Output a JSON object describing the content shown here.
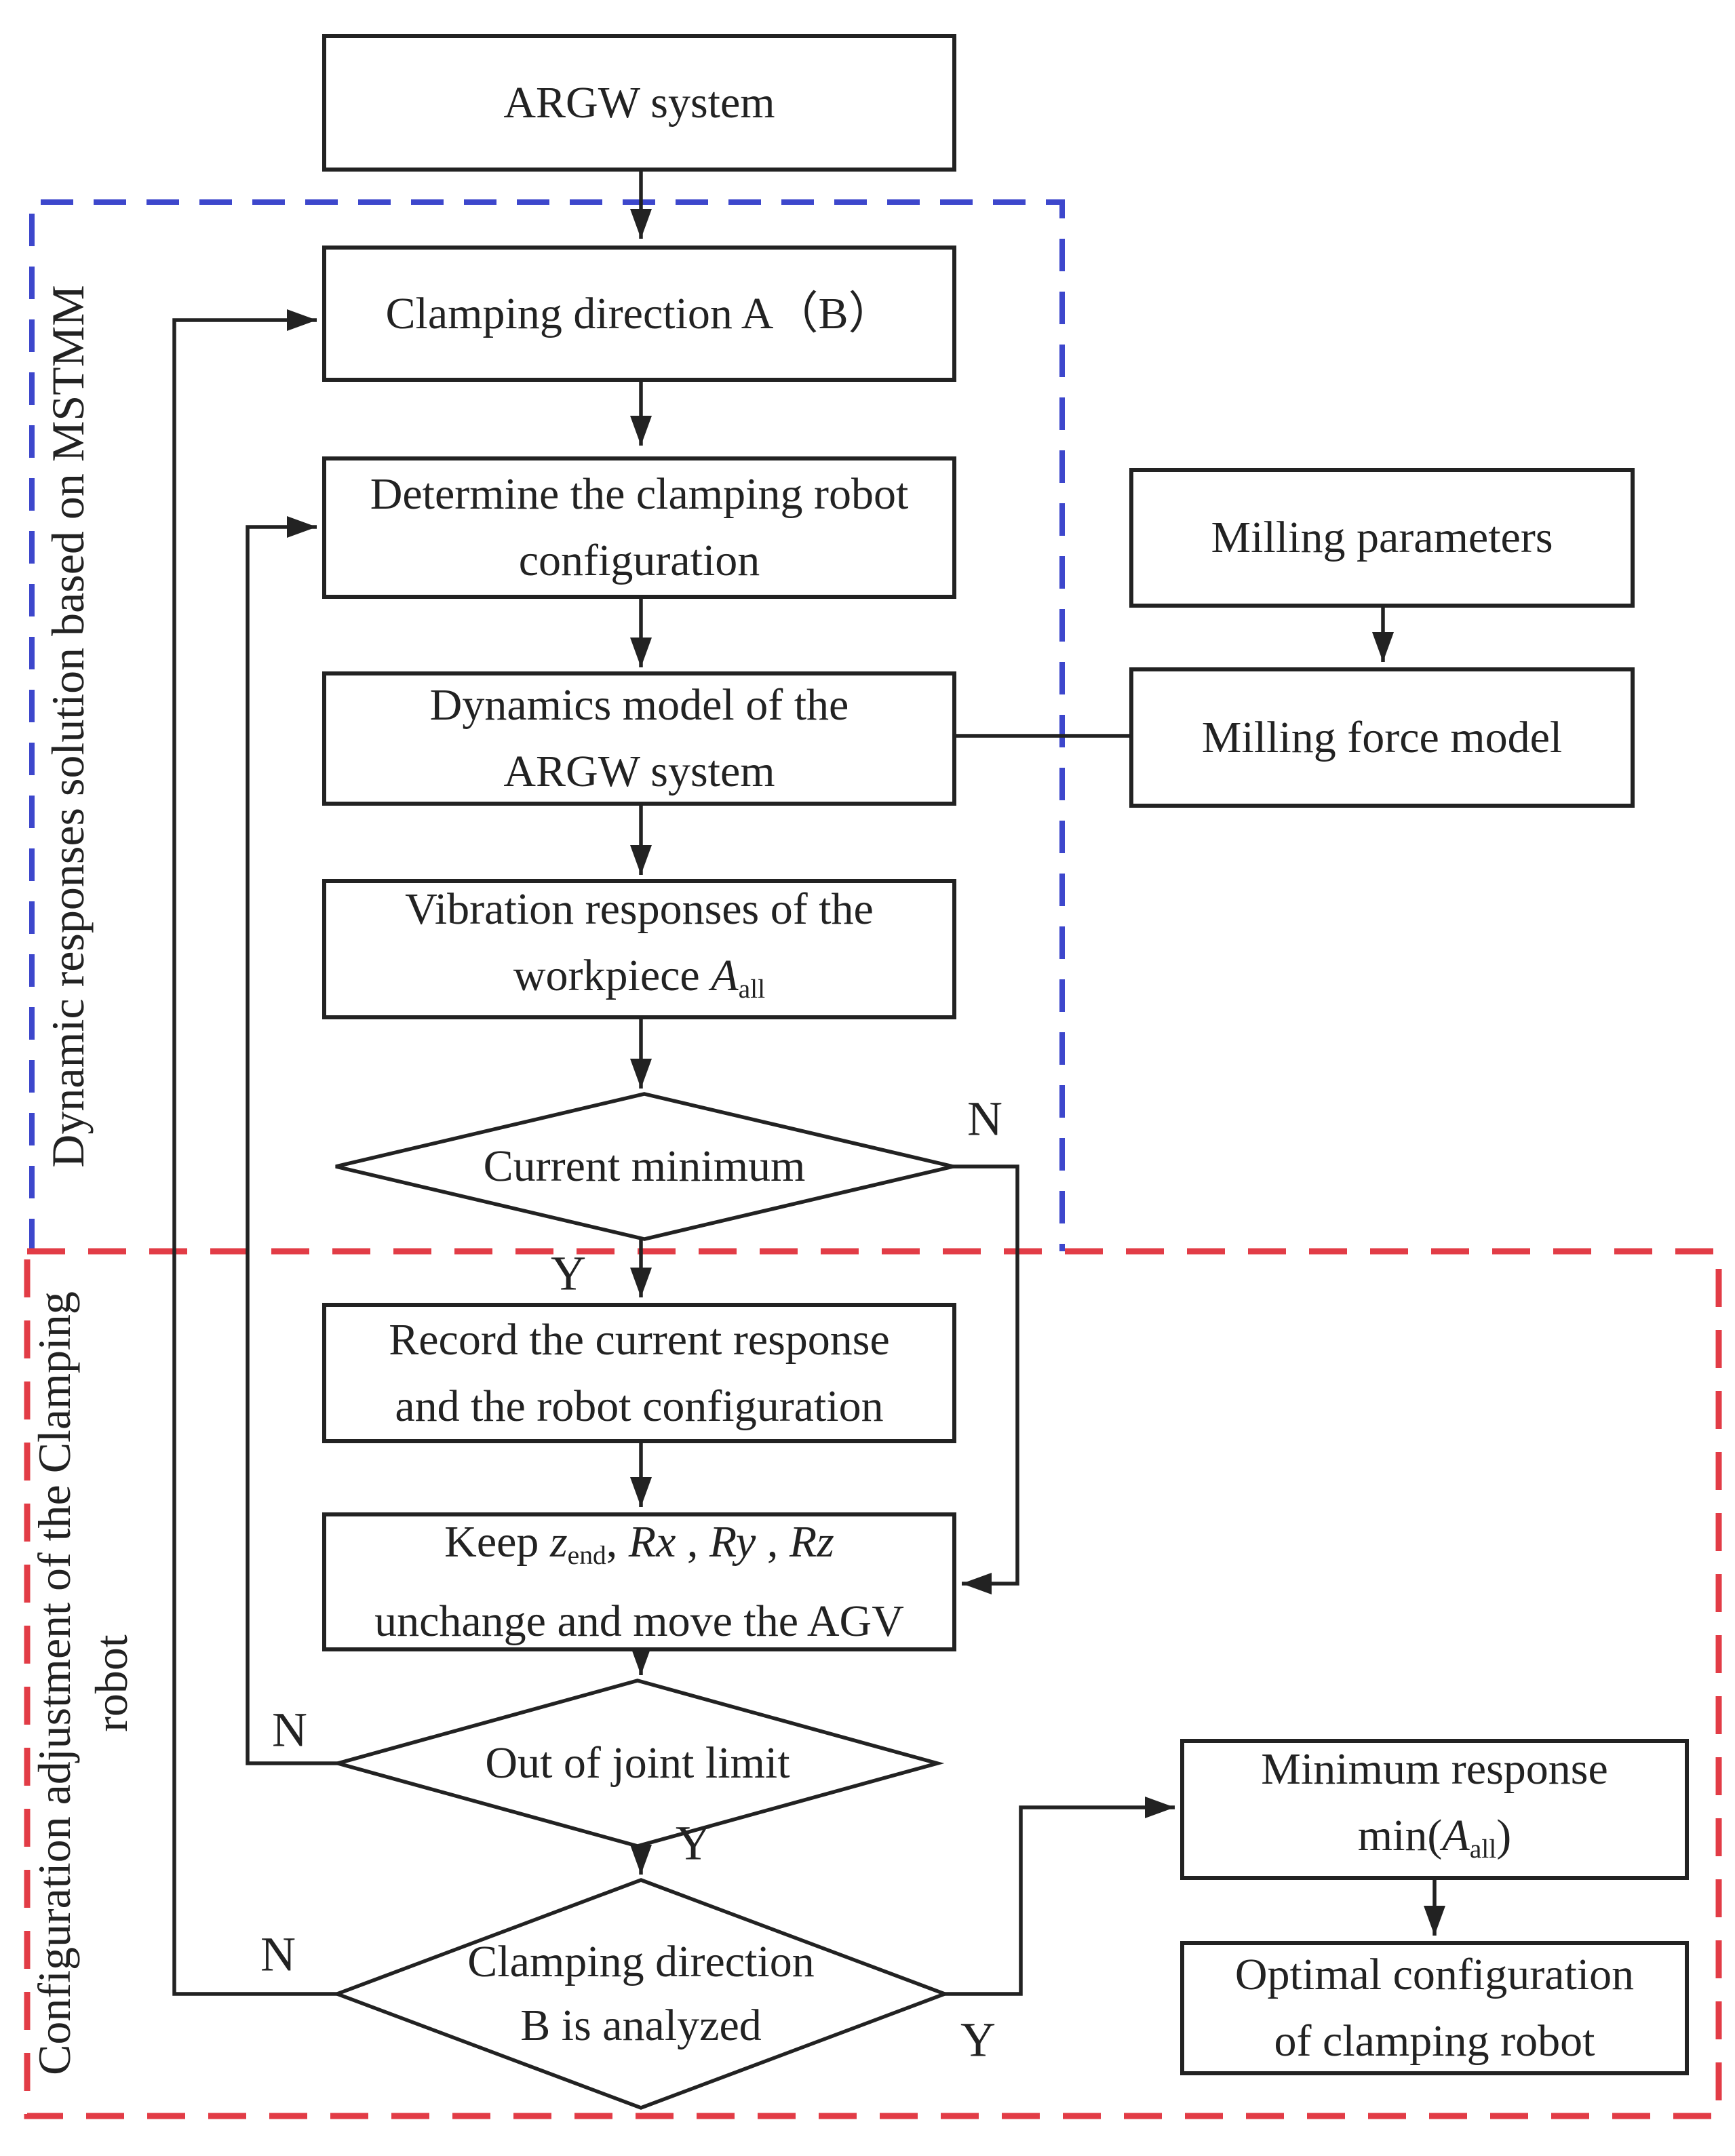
{
  "colors": {
    "line": "#222222",
    "blue_dashed": "#3d47cc",
    "red_dashed": "#e23c46",
    "background": "#ffffff"
  },
  "regions": {
    "dynamic_responses": {
      "label": "Dynamic responses solution based on MSTMM"
    },
    "configuration_adjustment": {
      "line1": "Configuration adjustment of the Clamping",
      "line2": "robot"
    }
  },
  "nodes": {
    "argw": {
      "label": "ARGW system"
    },
    "clamping_direction": {
      "label": "Clamping direction A（B）"
    },
    "determine_configuration": {
      "line1": "Determine the clamping robot",
      "line2": "configuration"
    },
    "dynamics_model": {
      "line1": "Dynamics model of the",
      "line2": "ARGW system"
    },
    "vibration_responses": {
      "line1": "Vibration responses of the",
      "line2_text": "workpiece ",
      "line2_var": "A",
      "line2_sub": "all"
    },
    "current_minimum": {
      "label": "Current minimum"
    },
    "record_response": {
      "line1": "Record the current response",
      "line2": "and the robot configuration"
    },
    "keep_move": {
      "t1": "Keep ",
      "v1": "z",
      "s1": "end",
      "t2": ", ",
      "v2": "Rx",
      "t3": " , ",
      "v3": "Ry",
      "t4": " , ",
      "v4": "Rz",
      "line2": "unchange and move the AGV"
    },
    "out_of_joint_limit": {
      "label": "Out of joint limit"
    },
    "clamping_b_analyzed": {
      "line1": "Clamping direction",
      "line2": "B is analyzed"
    },
    "milling_parameters": {
      "label": "Milling parameters"
    },
    "milling_force_model": {
      "label": "Milling force model"
    },
    "minimum_response": {
      "line1": "Minimum response",
      "t1": "min(",
      "v1": "A",
      "s1": "all",
      "t2": ")"
    },
    "optimal_configuration": {
      "line1": "Optimal configuration",
      "line2": "of clamping robot"
    }
  },
  "branch_labels": {
    "current_minimum_no": "N",
    "current_minimum_yes": "Y",
    "joint_limit_no": "N",
    "joint_limit_yes": "Y",
    "clamping_b_no": "N",
    "clamping_b_yes": "Y"
  }
}
